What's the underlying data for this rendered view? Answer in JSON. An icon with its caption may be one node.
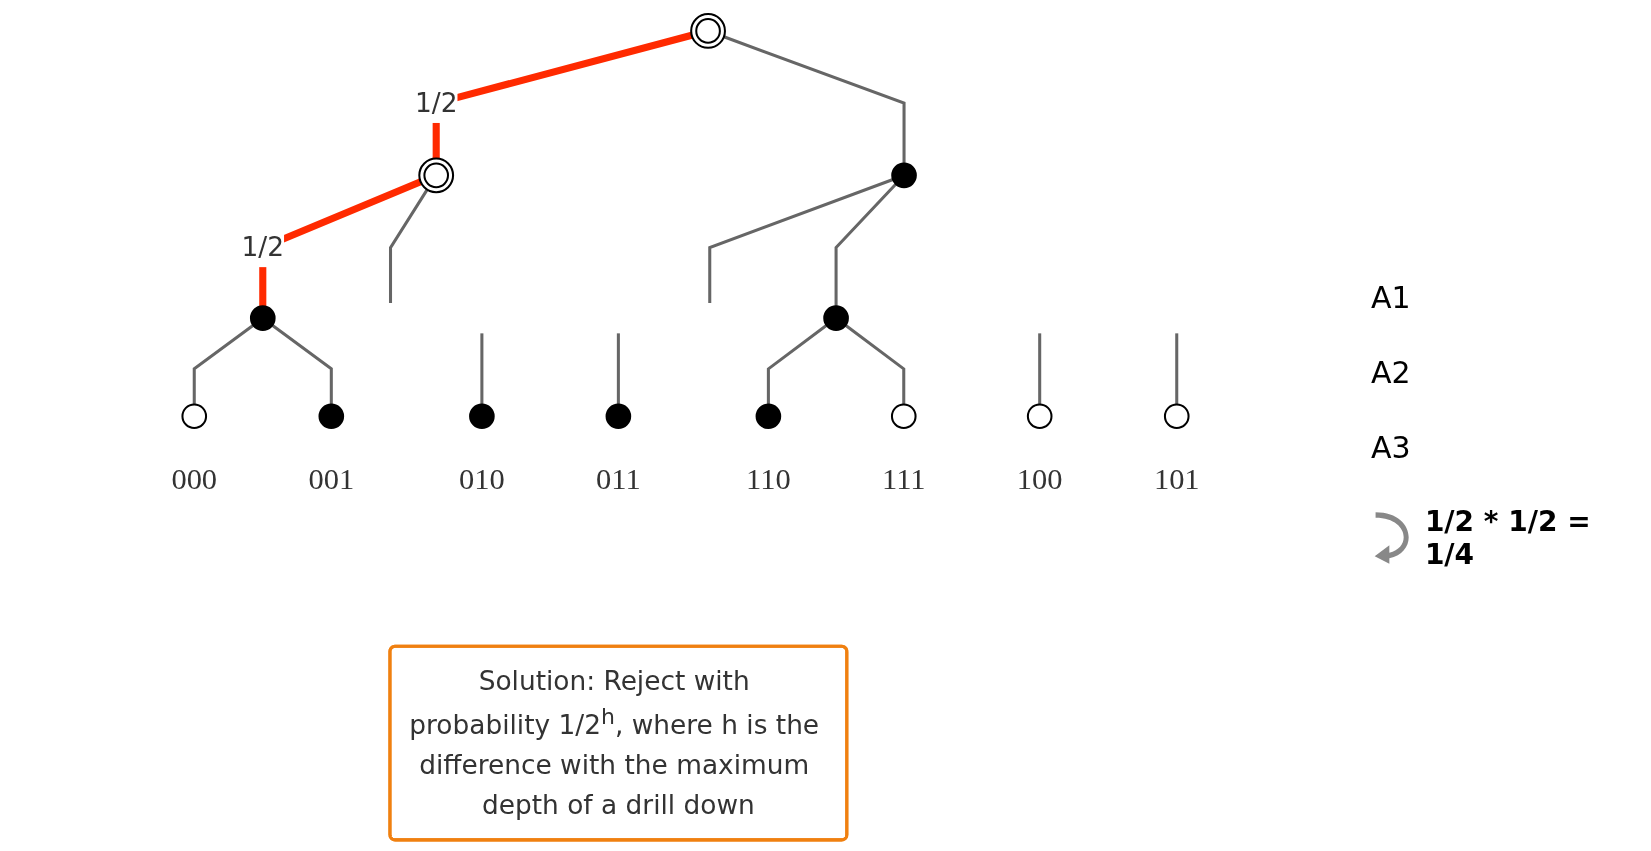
{
  "diagram": {
    "nodes": [
      {
        "text": [],
        "shape": "circle"
      },
      {
        "text": [],
        "shape": "circle"
      },
      {
        "text": [],
        "shape": "circle"
      },
      {
        "text": [],
        "shape": "circle"
      },
      {
        "text": [
          "Solution: Reject with probability 1/2$^{h}$, where h is the difference with the maximum depth of a drill down"
        ]
      },
      {
        "text": [],
        "shape": "circle"
      },
      {
        "text": [],
        "shape": "circle",
        "beside": [
          "000"
        ]
      },
      {
        "text": [],
        "shape": "circle",
        "beside": [
          "001"
        ]
      },
      {
        "text": [],
        "shape": "circle",
        "beside": [
          "010"
        ]
      },
      {
        "text": [],
        "shape": "circle",
        "beside": [
          "011"
        ]
      },
      {
        "text": [],
        "shape": "circle",
        "beside": [
          "100"
        ]
      },
      {
        "text": [],
        "shape": "circle",
        "beside": [
          "101"
        ]
      },
      {
        "text": [],
        "shape": "circle",
        "beside": [
          "110"
        ]
      },
      {
        "text": [],
        "shape": "circle",
        "beside": [
          "111"
        ]
      }
    ],
    "edges": [
      {
        "from": 0,
        "to": 1,
        "arrow": "none",
        "label": "1/2",
        "style": "thick",
        "color": "#ff2a00"
      },
      {
        "from": 0,
        "to": 2,
        "arrow": "none"
      },
      {
        "from": 1,
        "to": 3,
        "arrow": "none",
        "label": "1/2",
        "style": "thick",
        "color": "#ff2a00"
      },
      {
        "from": 1,
        "to": null,
        "arrow": "none"
      },
      {
        "from": 2,
        "to": null,
        "arrow": "none"
      },
      {
        "from": 2,
        "to": 5,
        "arrow": "none"
      },
      {
        "from": 3,
        "to": 6,
        "arrow": "none"
      },
      {
        "from": 3,
        "to": 7,
        "arrow": "none"
      },
      {
        "from": null,
        "to": 8,
        "arrow": "none"
      },
      {
        "from": null,
        "to": 9,
        "arrow": "none"
      },
      {
        "from": null,
        "to": 10,
        "arrow": "none"
      },
      {
        "from": null,
        "to": 11,
        "arrow": "none"
      },
      {
        "from": 5,
        "to": 12,
        "arrow": "none"
      },
      {
        "from": 5,
        "to": 13,
        "arrow": "none"
      }
    ],
    "labels": [
      "A1",
      "A2",
      "A3",
      "1/2 * 1/2 = 1/4"
    ]
  }
}
